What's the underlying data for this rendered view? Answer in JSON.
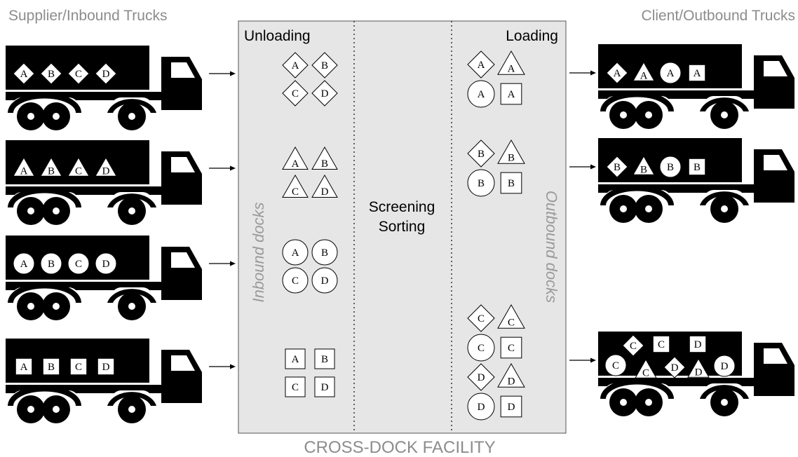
{
  "headings": {
    "inbound_trucks": "Supplier/Inbound Trucks",
    "outbound_trucks": "Client/Outbound Trucks",
    "facility": "CROSS-DOCK FACILITY"
  },
  "facility_labels": {
    "unloading": "Unloading",
    "loading": "Loading",
    "screening": "Screening",
    "sorting": "Sorting",
    "inbound_docks": "Inbound docks",
    "outbound_docks": "Outbound docks"
  },
  "inbound_trucks": [
    {
      "shape": "diamond",
      "cargo": [
        "A",
        "B",
        "C",
        "D"
      ]
    },
    {
      "shape": "triangle",
      "cargo": [
        "A",
        "B",
        "C",
        "D"
      ]
    },
    {
      "shape": "circle",
      "cargo": [
        "A",
        "B",
        "C",
        "D"
      ]
    },
    {
      "shape": "square",
      "cargo": [
        "A",
        "B",
        "C",
        "D"
      ]
    }
  ],
  "inbound_dock_groups": [
    {
      "shape": "diamond",
      "items": [
        "A",
        "B",
        "C",
        "D"
      ]
    },
    {
      "shape": "triangle",
      "items": [
        "A",
        "B",
        "C",
        "D"
      ]
    },
    {
      "shape": "circle",
      "items": [
        "A",
        "B",
        "C",
        "D"
      ]
    },
    {
      "shape": "square",
      "items": [
        "A",
        "B",
        "C",
        "D"
      ]
    }
  ],
  "outbound_dock_groups": [
    {
      "items": [
        {
          "shape": "diamond",
          "label": "A"
        },
        {
          "shape": "triangle",
          "label": "A"
        },
        {
          "shape": "circle",
          "label": "A"
        },
        {
          "shape": "square",
          "label": "A"
        }
      ]
    },
    {
      "items": [
        {
          "shape": "diamond",
          "label": "B"
        },
        {
          "shape": "triangle",
          "label": "B"
        },
        {
          "shape": "circle",
          "label": "B"
        },
        {
          "shape": "square",
          "label": "B"
        }
      ]
    },
    {
      "items": [
        {
          "shape": "diamond",
          "label": "C"
        },
        {
          "shape": "triangle",
          "label": "C"
        },
        {
          "shape": "circle",
          "label": "C"
        },
        {
          "shape": "square",
          "label": "C"
        },
        {
          "shape": "diamond",
          "label": "D"
        },
        {
          "shape": "triangle",
          "label": "D"
        },
        {
          "shape": "circle",
          "label": "D"
        },
        {
          "shape": "square",
          "label": "D"
        }
      ]
    }
  ],
  "outbound_trucks": [
    {
      "cargo": [
        {
          "shape": "diamond",
          "label": "A"
        },
        {
          "shape": "triangle",
          "label": "A"
        },
        {
          "shape": "circle",
          "label": "A"
        },
        {
          "shape": "square",
          "label": "A"
        }
      ]
    },
    {
      "cargo": [
        {
          "shape": "diamond",
          "label": "B"
        },
        {
          "shape": "triangle",
          "label": "B"
        },
        {
          "shape": "circle",
          "label": "B"
        },
        {
          "shape": "square",
          "label": "B"
        }
      ]
    },
    {
      "cargo": [
        {
          "shape": "circle",
          "label": "C"
        },
        {
          "shape": "diamond",
          "label": "C"
        },
        {
          "shape": "triangle",
          "label": "C"
        },
        {
          "shape": "square",
          "label": "C"
        },
        {
          "shape": "diamond",
          "label": "D"
        },
        {
          "shape": "square",
          "label": "D"
        },
        {
          "shape": "triangle",
          "label": "D"
        },
        {
          "shape": "circle",
          "label": "D"
        }
      ]
    }
  ],
  "colors": {
    "truck": "#000000",
    "facility_fill": "#e6e6e6",
    "heading_text": "#8c8c8c",
    "dock_text": "#9a9a9a"
  }
}
